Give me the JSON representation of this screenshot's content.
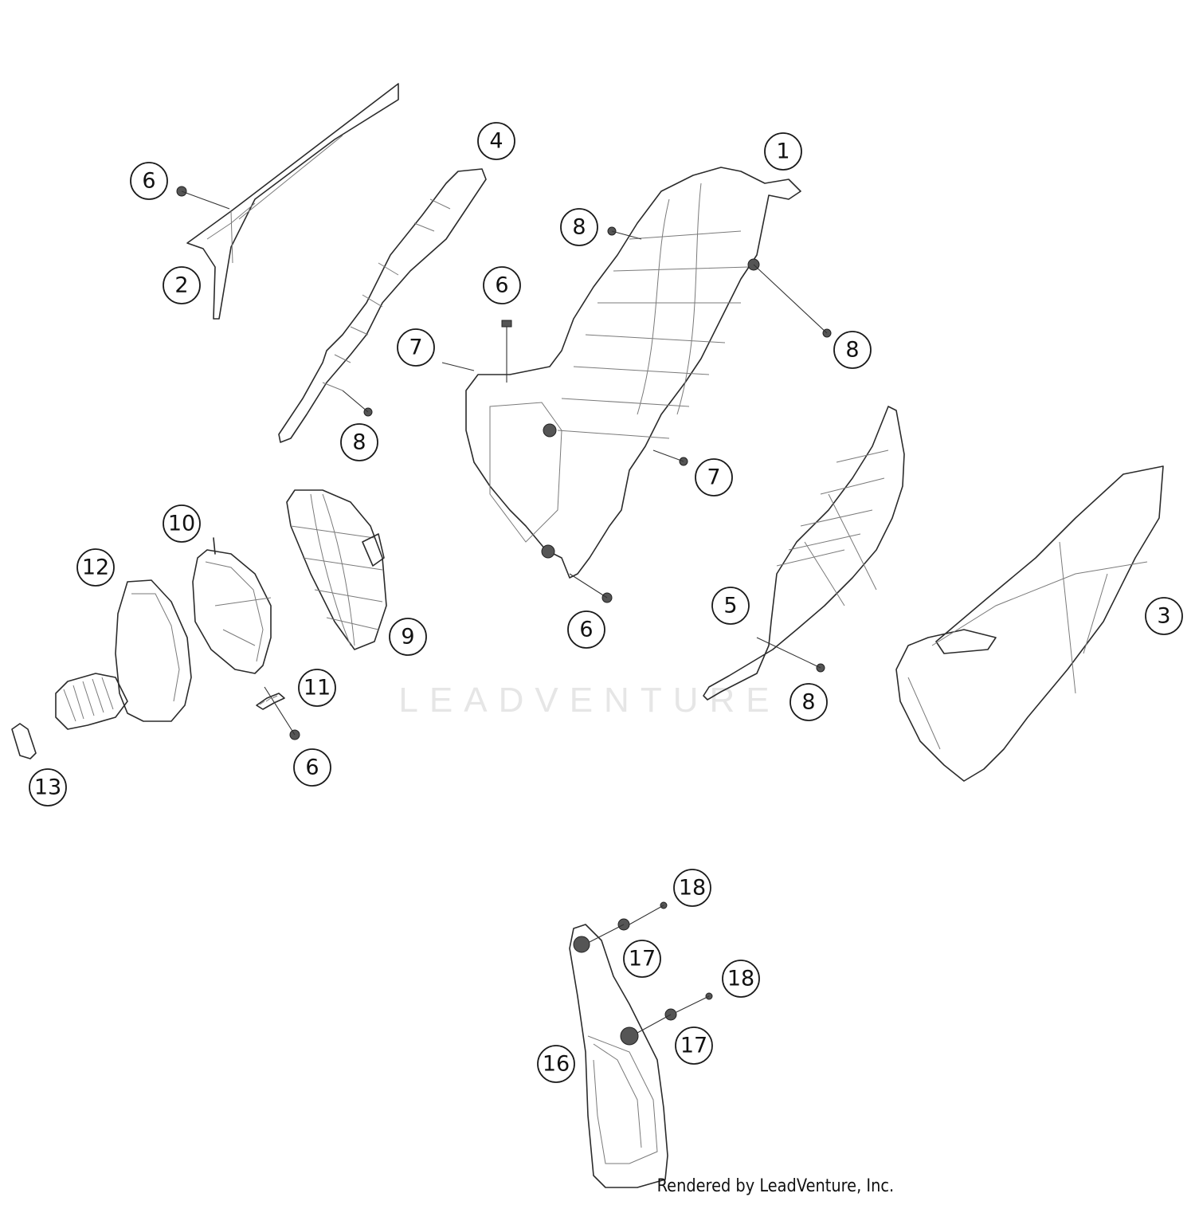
{
  "watermark": "LEADVENTURE",
  "credit": "Rendered by LeadVenture, Inc.",
  "callouts": [
    {
      "label": "1"
    },
    {
      "label": "2"
    },
    {
      "label": "3"
    },
    {
      "label": "4"
    },
    {
      "label": "5"
    },
    {
      "label": "6"
    },
    {
      "label": "6"
    },
    {
      "label": "6"
    },
    {
      "label": "6"
    },
    {
      "label": "7"
    },
    {
      "label": "7"
    },
    {
      "label": "8"
    },
    {
      "label": "8"
    },
    {
      "label": "8"
    },
    {
      "label": "8"
    },
    {
      "label": "9"
    },
    {
      "label": "10"
    },
    {
      "label": "11"
    },
    {
      "label": "12"
    },
    {
      "label": "13"
    },
    {
      "label": "16"
    },
    {
      "label": "17"
    },
    {
      "label": "17"
    },
    {
      "label": "18"
    },
    {
      "label": "18"
    }
  ]
}
